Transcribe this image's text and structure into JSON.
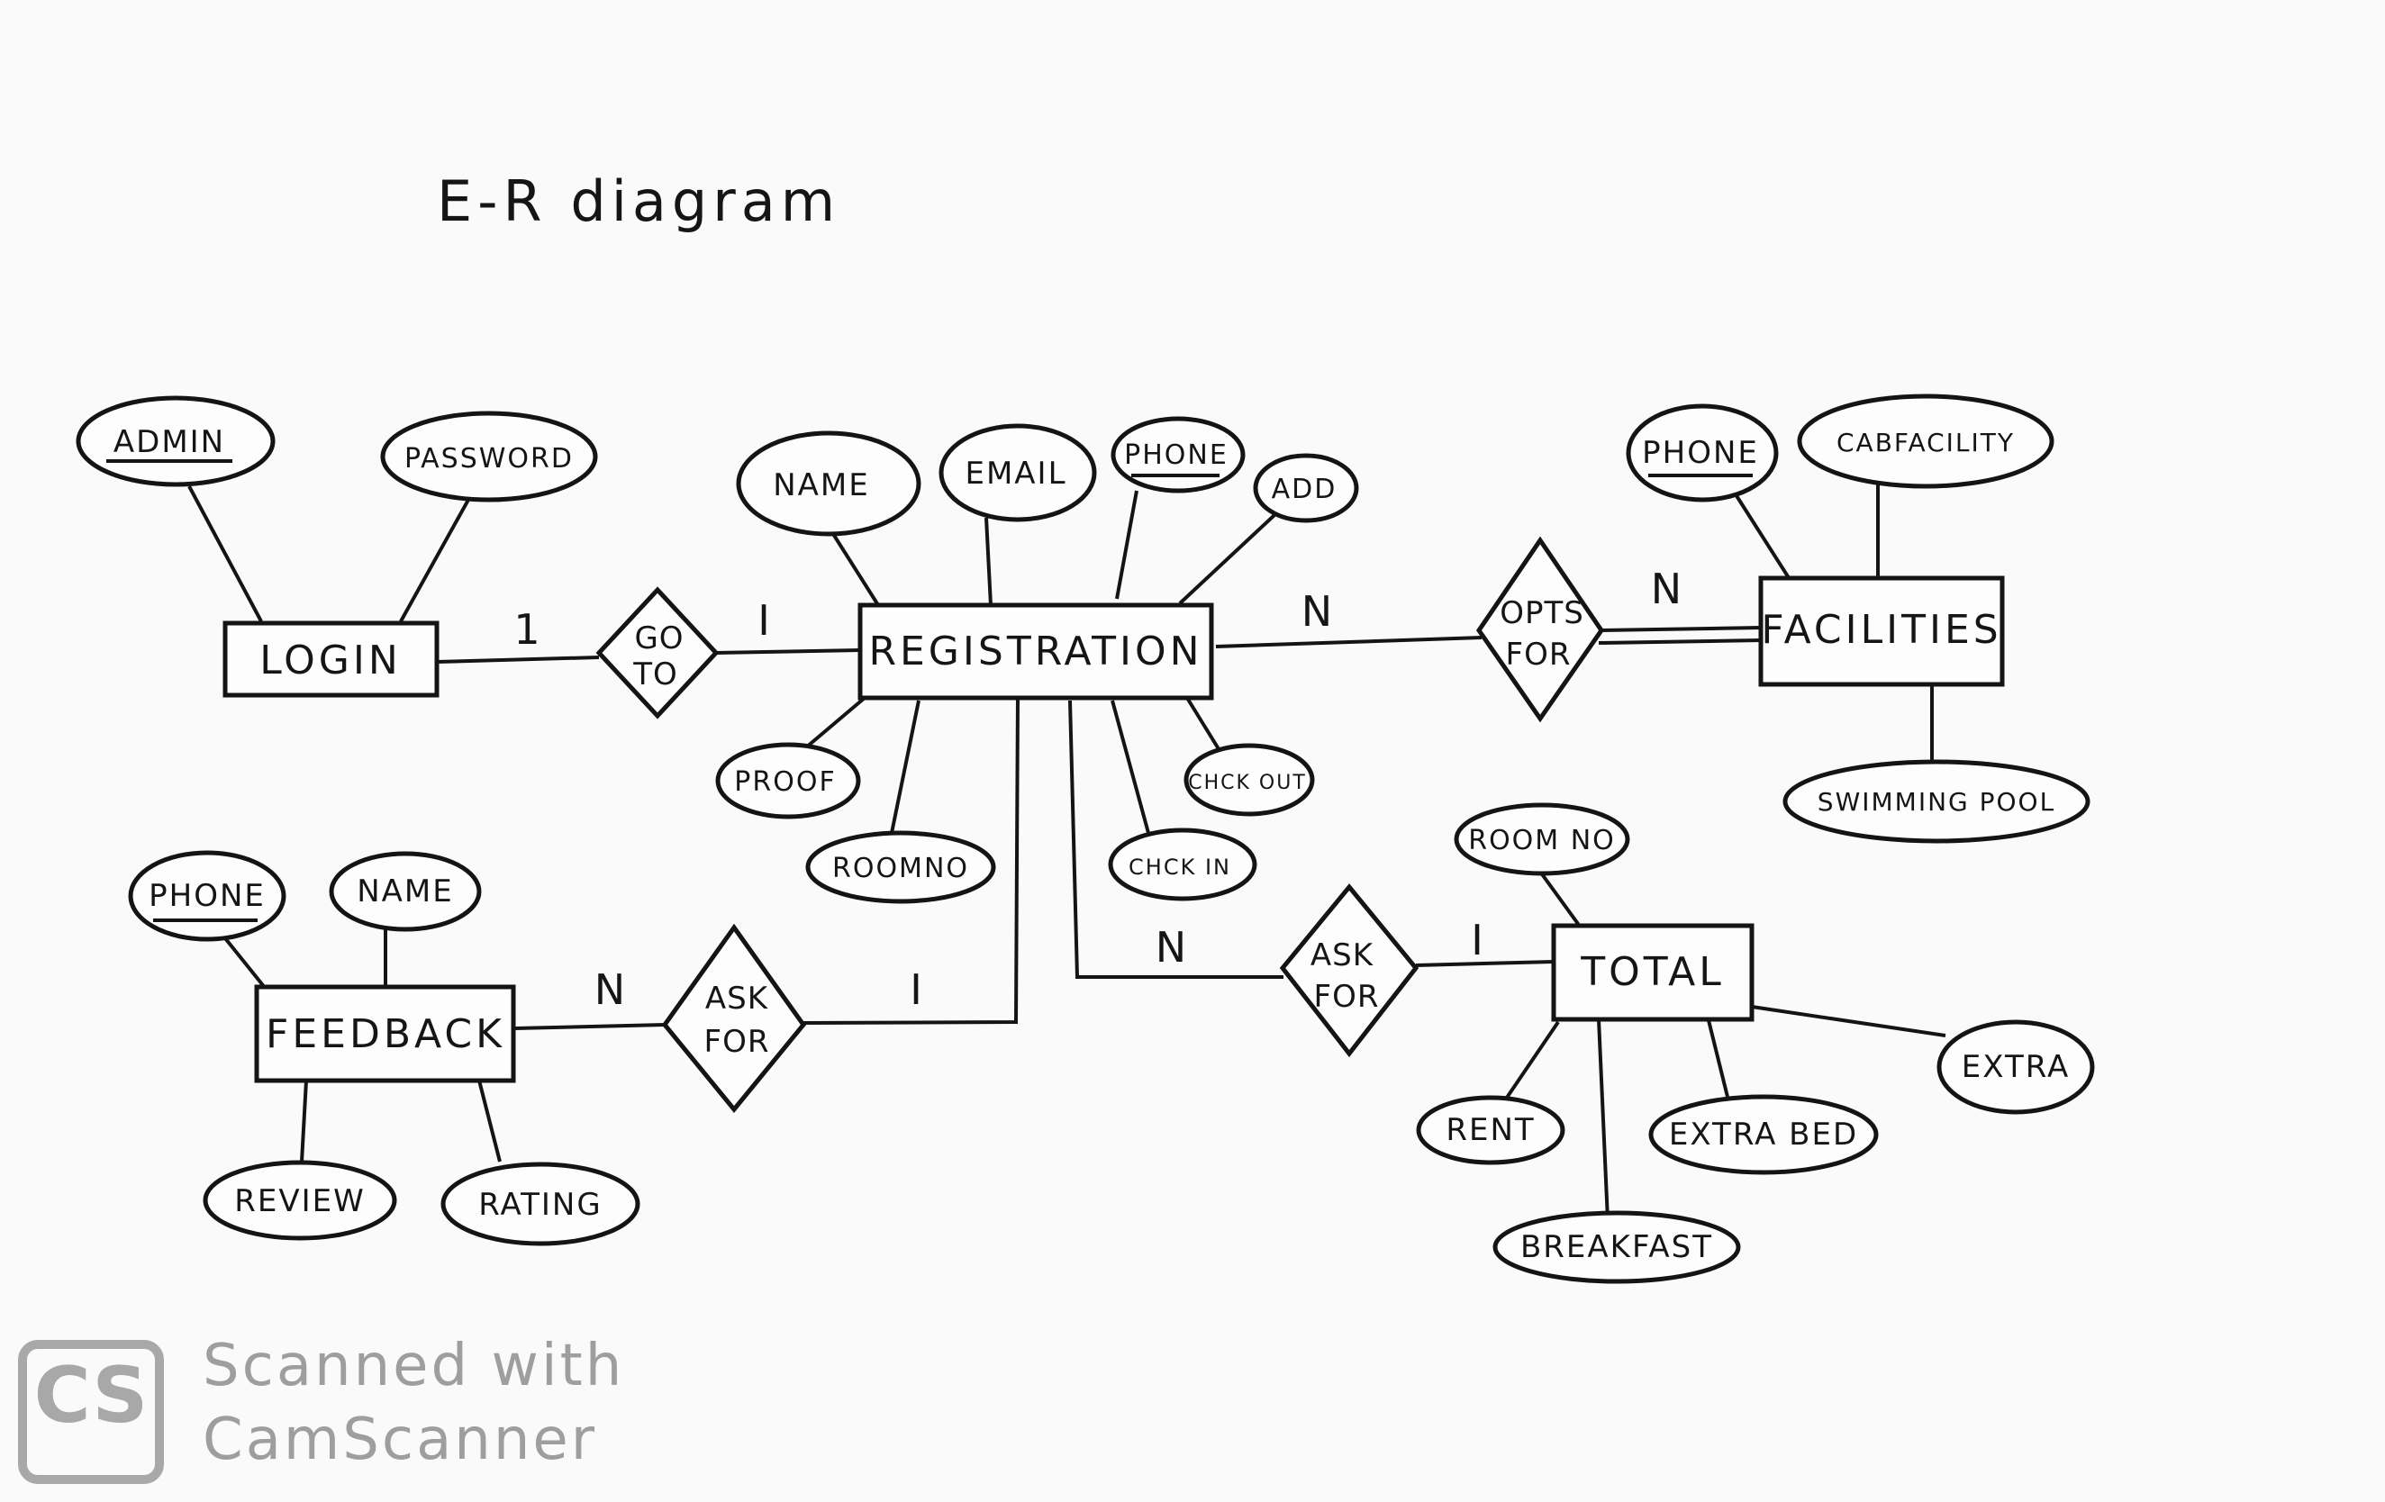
{
  "title": "E-R diagram",
  "entities": {
    "login": "LOGIN",
    "registration": "REGISTRATION",
    "facilities": "FACILITIES",
    "feedback": "FEEDBACK",
    "total": "TOTAL"
  },
  "relationships": {
    "go_to": [
      "GO",
      "TO"
    ],
    "opts_for": [
      "OPTS",
      "FOR"
    ],
    "ask_for_feedback": [
      "ASK",
      "FOR"
    ],
    "ask_for_total": [
      "ASK",
      "FOR"
    ]
  },
  "attributes": {
    "login": [
      {
        "label": "ADMIN",
        "key": true
      },
      {
        "label": "PASSWORD",
        "key": false
      }
    ],
    "registration": [
      {
        "label": "NAME",
        "key": false
      },
      {
        "label": "EMAIL",
        "key": false
      },
      {
        "label": "PHONE",
        "key": true
      },
      {
        "label": "ADD",
        "key": false
      },
      {
        "label": "PROOF",
        "key": false
      },
      {
        "label": "ROOMNO",
        "key": false
      },
      {
        "label": "CHCK IN",
        "key": false
      },
      {
        "label": "CHCK OUT",
        "key": false
      }
    ],
    "facilities": [
      {
        "label": "PHONE",
        "key": true
      },
      {
        "label": "CABFACILITY",
        "key": false
      },
      {
        "label": "SWIMMING POOL",
        "key": false
      }
    ],
    "feedback": [
      {
        "label": "PHONE",
        "key": true
      },
      {
        "label": "NAME",
        "key": false
      },
      {
        "label": "REVIEW",
        "key": false
      },
      {
        "label": "RATING",
        "key": false
      }
    ],
    "total": [
      {
        "label": "ROOM NO",
        "key": false
      },
      {
        "label": "RENT",
        "key": false
      },
      {
        "label": "BREAKFAST",
        "key": false
      },
      {
        "label": "EXTRA BED",
        "key": false
      },
      {
        "label": "EXTRA",
        "key": false
      }
    ]
  },
  "cardinalities": {
    "login_go_to": "1",
    "go_to_registration": "I",
    "registration_opts_for": "N",
    "opts_for_facilities": "N",
    "feedback_ask_for": "N",
    "ask_for_registration": "I",
    "registration_ask_for": "N",
    "ask_for_total": "I"
  },
  "watermark": {
    "logo": "CS",
    "line1": "Scanned with",
    "line2": "CamScanner"
  }
}
